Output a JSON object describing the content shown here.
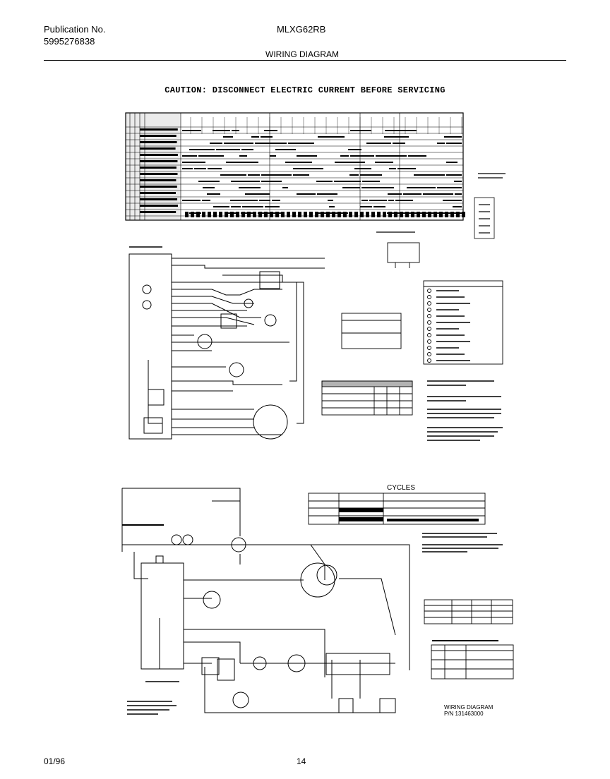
{
  "header": {
    "publication_label": "Publication No.",
    "publication_number": "5995276838",
    "model": "MLXG62RB",
    "title": "WIRING DIAGRAM"
  },
  "caution": "CAUTION: DISCONNECT ELECTRIC CURRENT BEFORE SERVICING",
  "cycles_title": "CYCLES",
  "wiring_label": {
    "line1": "WIRING DIAGRAM",
    "line2": "P/N 131463000"
  },
  "footer": {
    "date": "01/96",
    "page": "14"
  }
}
